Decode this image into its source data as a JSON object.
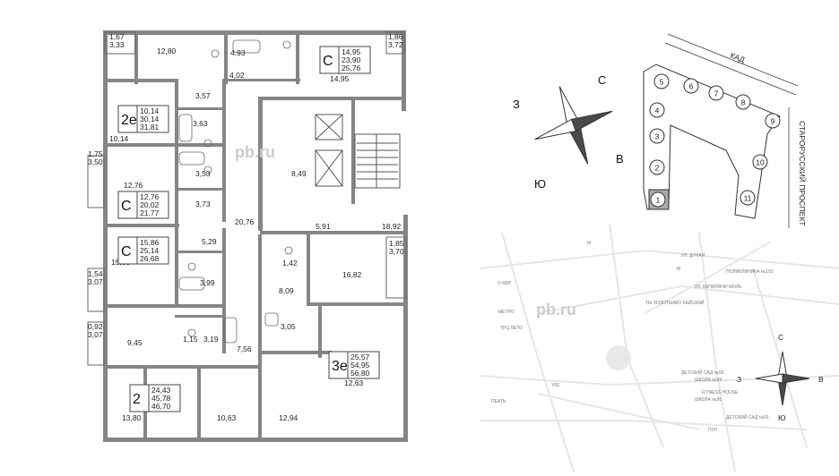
{
  "floorplan": {
    "rooms": [
      {
        "id": "r1",
        "label": "1,67\n3,33"
      },
      {
        "id": "r2",
        "label": "12,80"
      },
      {
        "id": "r3",
        "label": "4,93"
      },
      {
        "id": "r4",
        "label": "4,02"
      },
      {
        "id": "r5",
        "label": "14,95"
      },
      {
        "id": "r6",
        "label": "1,86\n3,72"
      },
      {
        "id": "r7",
        "label": "3,57"
      },
      {
        "id": "r8",
        "label": "3,63"
      },
      {
        "id": "r9",
        "label": "10,14"
      },
      {
        "id": "r10",
        "label": "3,53"
      },
      {
        "id": "r11",
        "label": "1,75\n3,50"
      },
      {
        "id": "r12",
        "label": "12,76"
      },
      {
        "id": "r13",
        "label": "3,73"
      },
      {
        "id": "r14",
        "label": "8,49"
      },
      {
        "id": "r15",
        "label": "20,76"
      },
      {
        "id": "r16",
        "label": "5,91"
      },
      {
        "id": "r17",
        "label": "18,92"
      },
      {
        "id": "r18",
        "label": "5,29"
      },
      {
        "id": "r19",
        "label": "1,85\n3,70"
      },
      {
        "id": "r20",
        "label": "15,88"
      },
      {
        "id": "r21",
        "label": "1,42"
      },
      {
        "id": "r22",
        "label": "16,82"
      },
      {
        "id": "r23",
        "label": "1,54\n3,07"
      },
      {
        "id": "r24",
        "label": "3,99"
      },
      {
        "id": "r25",
        "label": "8,09"
      },
      {
        "id": "r26",
        "label": "0,92\n3,07"
      },
      {
        "id": "r27",
        "label": "3,05"
      },
      {
        "id": "r28",
        "label": "9,45"
      },
      {
        "id": "r29",
        "label": "1,15"
      },
      {
        "id": "r30",
        "label": "3,19"
      },
      {
        "id": "r31",
        "label": "7,56"
      },
      {
        "id": "r32",
        "label": "12,63"
      },
      {
        "id": "r33",
        "label": "13,80"
      },
      {
        "id": "r34",
        "label": "10,63"
      },
      {
        "id": "r35",
        "label": "12,94"
      }
    ],
    "apartments": [
      {
        "id": "a1",
        "type": "С",
        "areas": [
          "14,95",
          "23,90",
          "25,76"
        ]
      },
      {
        "id": "a2",
        "type": "2е",
        "areas": [
          "10,14",
          "30,14",
          "31,81"
        ]
      },
      {
        "id": "a3",
        "type": "С",
        "areas": [
          "12,76",
          "20,02",
          "21,77"
        ]
      },
      {
        "id": "a4",
        "type": "С",
        "areas": [
          "15,86",
          "25,14",
          "26,68"
        ]
      },
      {
        "id": "a5",
        "type": "3е",
        "areas": [
          "25,57",
          "54,95",
          "56,80"
        ]
      },
      {
        "id": "a6",
        "type": "2",
        "areas": [
          "24,43",
          "45,78",
          "46,70"
        ]
      }
    ],
    "watermark": "pb.ru"
  },
  "compass_top": {
    "n": "С",
    "s": "Ю",
    "w": "З",
    "e": "В"
  },
  "compass_bottom": {
    "n": "С",
    "s": "Ю",
    "w": "З",
    "e": "В"
  },
  "site": {
    "road_label": "КАД",
    "street_label": "СТАРОРУССКИЙ ПРОСПЕКТ",
    "sections": [
      "1",
      "2",
      "3",
      "4",
      "5",
      "6",
      "7",
      "8",
      "9",
      "10",
      "11"
    ]
  },
  "map": {
    "metro_label": "М",
    "labels": [
      "УЛ. ДУНАЯ",
      "ПОЛИКЛИНИКА №103",
      "УЛ. КАПИЛЯНИ МОЛЬ",
      "ТЫ ЗОЛОТЬИИО КАЙСАЯЙ",
      "О КЕР",
      "МЕТРО",
      "ТРЦ ЛЕТО",
      "ДЕТСКИЙ САД №92",
      "ШКОЛА №93",
      "FITNESS HOUSE",
      "ШКОЛА №95",
      "ДЕТСКИЙ САД №91",
      "ПУЛ",
      "ПЕАТЬ",
      "УКЕ"
    ],
    "watermark": "pb.ru"
  },
  "colors": {
    "wall": "#808080",
    "wall_dark": "#6a6a6a",
    "line": "#555555",
    "compass_dark": "#4a4a4a",
    "map_line": "#e6e6e6"
  }
}
